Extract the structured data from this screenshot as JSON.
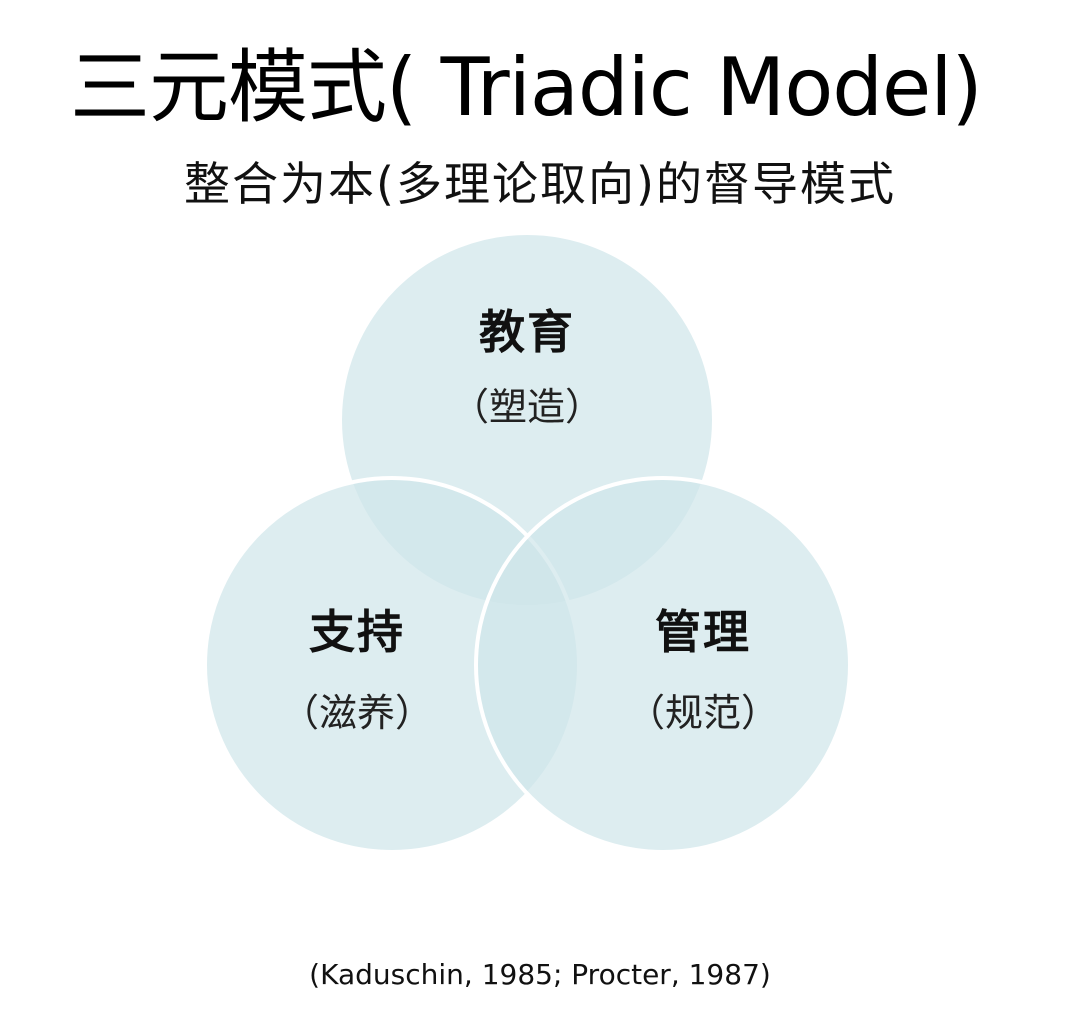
{
  "title": "三元模式( Triadic Model)",
  "subtitle": "整合为本(多理论取向)的督导模式",
  "circles": [
    {
      "heading": "教育",
      "sub": "（塑造）"
    },
    {
      "heading": "支持",
      "sub": "（滋养）"
    },
    {
      "heading": "管理",
      "sub": "（规范）"
    }
  ],
  "citation": "(Kaduschin, 1985; Procter, 1987)",
  "colors": {
    "circle_fill": "#cfe6ea",
    "circle_stroke": "#ffffff",
    "overlap_tint": "#b8dbe0"
  }
}
